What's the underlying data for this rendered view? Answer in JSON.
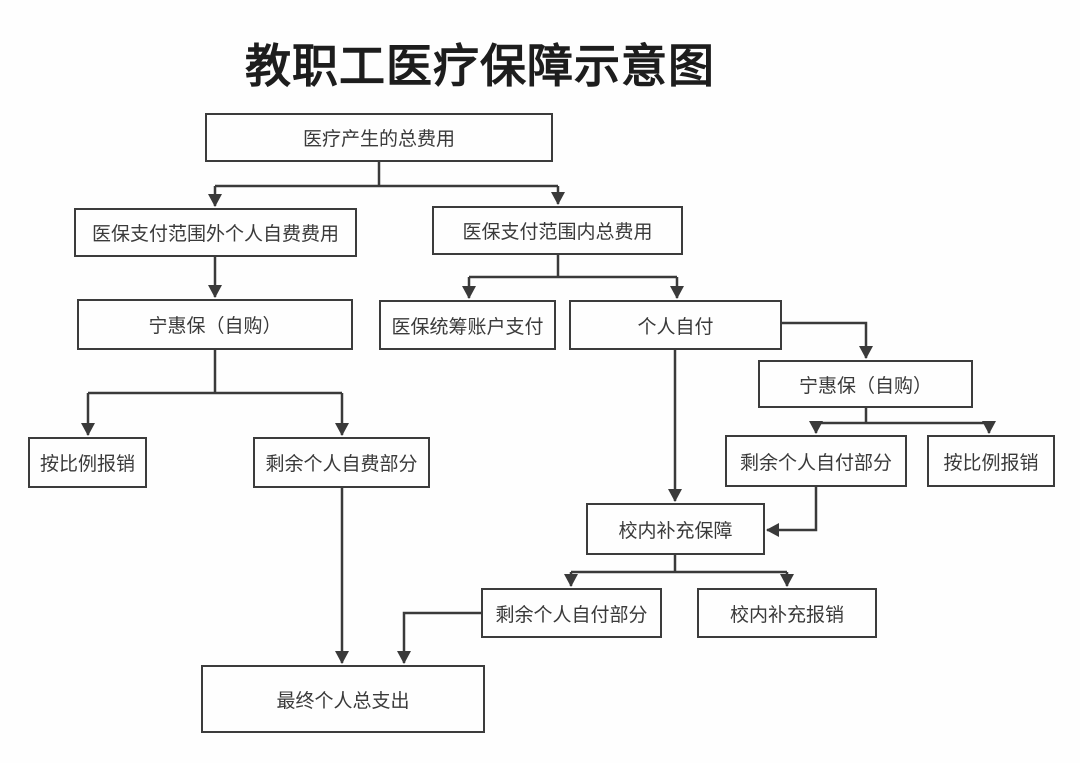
{
  "title": "教职工医疗保障示意图",
  "colors": {
    "background": "#fefefe",
    "box_border": "#3c3c3c",
    "line": "#3a3a3a",
    "text": "#3a3a3a",
    "title_text": "#1d1d1d"
  },
  "nodes": {
    "total_cost": {
      "label": "医疗产生的总费用"
    },
    "outside_scope": {
      "label": "医保支付范围外个人自费费用"
    },
    "inside_scope": {
      "label": "医保支付范围内总费用"
    },
    "ninghuibao_left": {
      "label": "宁惠保（自购）"
    },
    "pooled_account": {
      "label": "医保统筹账户支付"
    },
    "self_pay": {
      "label": "个人自付"
    },
    "ninghuibao_right": {
      "label": "宁惠保（自购）"
    },
    "proportional_left": {
      "label": "按比例报销"
    },
    "remaining_self_funded": {
      "label": "剩余个人自费部分"
    },
    "remaining_self_pay_right": {
      "label": "剩余个人自付部分"
    },
    "proportional_right": {
      "label": "按比例报销"
    },
    "campus_supplement": {
      "label": "校内补充保障"
    },
    "remaining_self_pay_bottom": {
      "label": "剩余个人自付部分"
    },
    "campus_reimbursement": {
      "label": "校内补充报销"
    },
    "final_total": {
      "label": "最终个人总支出"
    }
  }
}
